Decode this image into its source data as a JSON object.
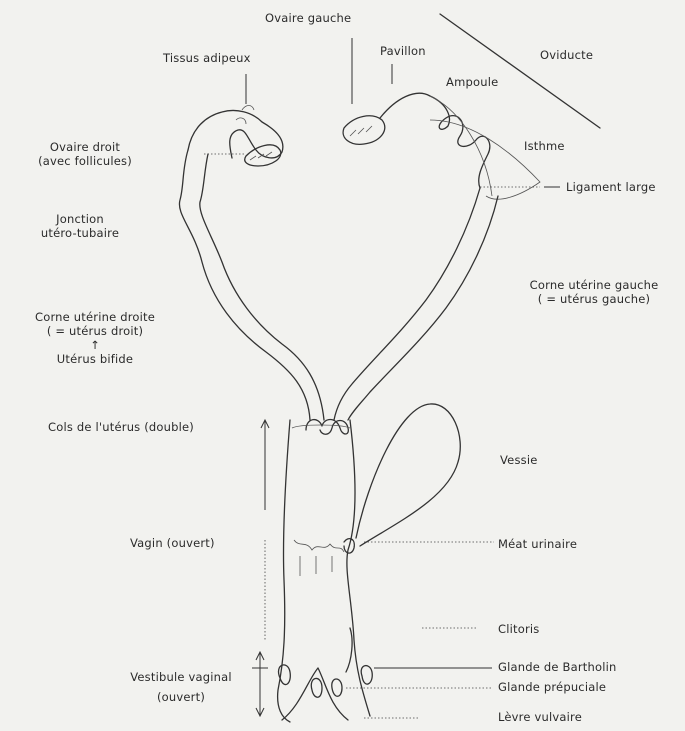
{
  "labels": {
    "ovaire_gauche": "Ovaire gauche",
    "pavillon": "Pavillon",
    "oviducte": "Oviducte",
    "tissus_adipeux": "Tissus adipeux",
    "ampoule": "Ampoule",
    "isthme": "Isthme",
    "ovaire_droit_1": "Ovaire droit",
    "ovaire_droit_2": "(avec follicules)",
    "ligament_large": "Ligament large",
    "jonction_1": "Jonction",
    "jonction_2": "utéro-tubaire",
    "corne_gauche_1": "Corne utérine gauche",
    "corne_gauche_2": "( = utérus gauche)",
    "corne_droite_1": "Corne utérine droite",
    "corne_droite_2": "( = utérus droit)",
    "arrow_up": "↑",
    "uterus_bifide": "Utérus bifide",
    "cols": "Cols de l'utérus (double)",
    "vessie": "Vessie",
    "vagin": "Vagin (ouvert)",
    "meat": "Méat urinaire",
    "clitoris": "Clitoris",
    "bartholin": "Glande de Bartholin",
    "vestibule_1": "Vestibule vaginal",
    "vestibule_2": "(ouvert)",
    "preputiale": "Glande prépuciale",
    "levre": "Lèvre vulvaire"
  }
}
